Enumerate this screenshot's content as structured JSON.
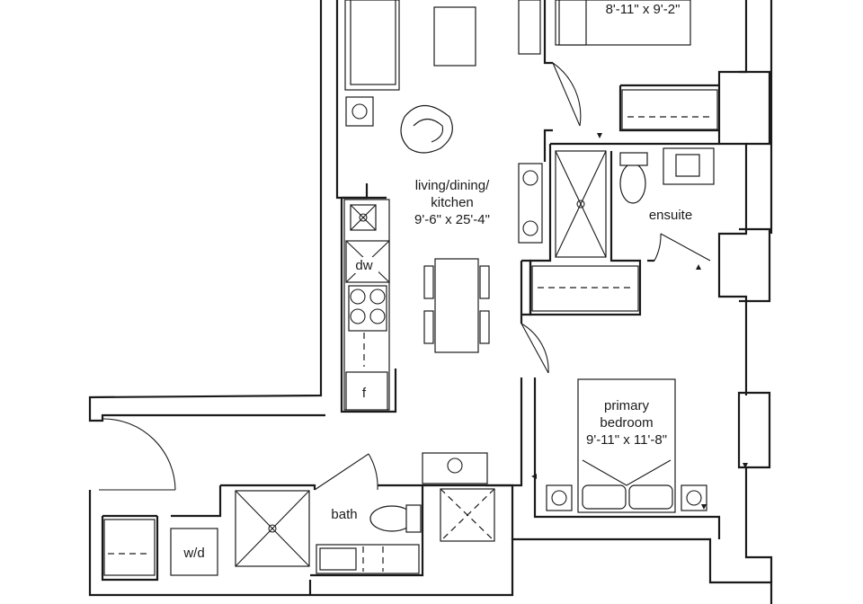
{
  "rooms": {
    "bedroom_2": {
      "dimensions": "8'-11\" x 9'-2\""
    },
    "living": {
      "name_line1": "living/dining/",
      "name_line2": "kitchen",
      "dimensions": "9'-6\" x 25'-4\""
    },
    "ensuite": {
      "name": "ensuite"
    },
    "primary_bedroom": {
      "name_line1": "primary",
      "name_line2": "bedroom",
      "dimensions": "9'-11\" x 11'-8\""
    },
    "bath": {
      "name": "bath"
    }
  },
  "appliances": {
    "dishwasher": "dw",
    "fridge": "f",
    "washer_dryer": "w/d"
  }
}
